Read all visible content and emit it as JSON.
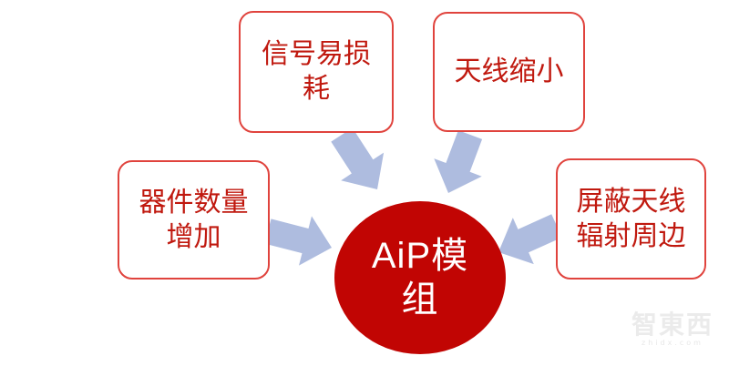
{
  "diagram": {
    "center": {
      "label": "AiP模组",
      "lines": [
        "AiP模",
        "组"
      ]
    },
    "factors": [
      {
        "label": "信号易损耗",
        "lines": [
          "信号易损",
          "耗"
        ]
      },
      {
        "label": "天线缩小",
        "lines": [
          "天线缩小"
        ]
      },
      {
        "label": "器件数量增加",
        "lines": [
          "器件数量",
          "增加"
        ]
      },
      {
        "label": "屏蔽天线辐射周边",
        "lines": [
          "屏蔽天线",
          "辐射周边"
        ]
      }
    ]
  },
  "watermark": {
    "logo": "智東西",
    "url": "zhidx.com"
  },
  "colors": {
    "box_border": "#e0433d",
    "box_text": "#c0190f",
    "arrow_fill": "#aebcdf",
    "circle_fill": "#c10503",
    "circle_text": "#ffffff",
    "watermark_text": "#ebebeb"
  }
}
